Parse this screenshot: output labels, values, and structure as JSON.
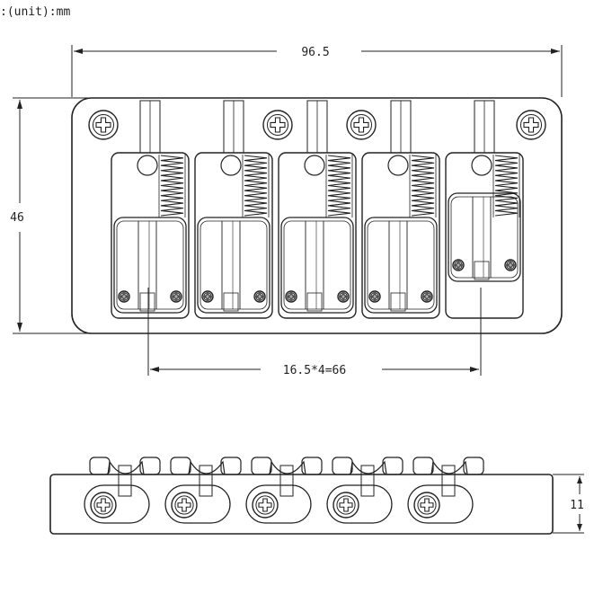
{
  "unit_label": ":(unit):mm",
  "dimensions": {
    "overall_width": "96.5",
    "height": "46",
    "string_spacing": "16.5*4=66",
    "side_height": "11"
  },
  "colors": {
    "line": "#222222",
    "background": "#ffffff"
  },
  "saddle_count": 5,
  "icons": [
    "phillips-screw-icon",
    "spring-icon",
    "saddle-icon"
  ]
}
